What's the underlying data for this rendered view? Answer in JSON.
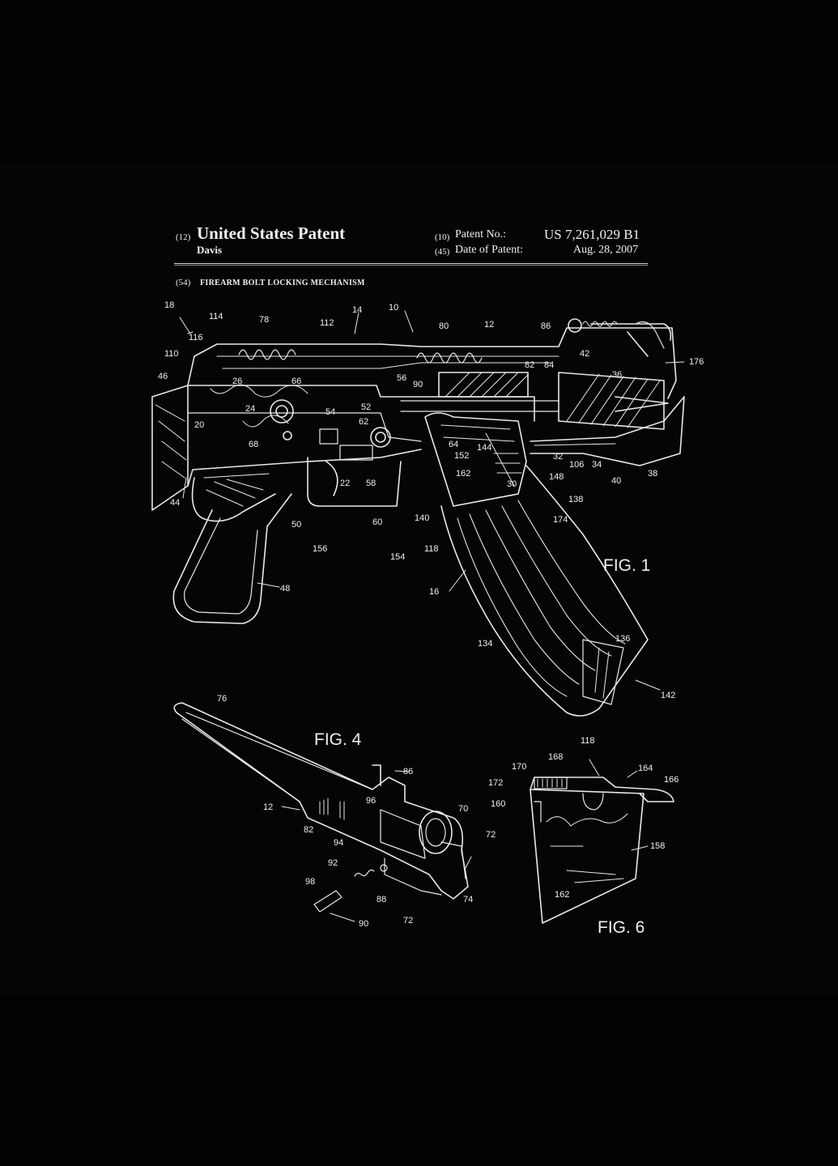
{
  "header": {
    "code12": "(12)",
    "title": "United States Patent",
    "inventor": "Davis",
    "code10": "(10)",
    "patent_no_label": "Patent No.:",
    "patent_no": "US 7,261,029 B1",
    "code45": "(45)",
    "date_label": "Date of Patent:",
    "date": "Aug. 28, 2007",
    "code54": "(54)",
    "invention_title": "FIREARM BOLT LOCKING MECHANISM"
  },
  "figures": {
    "fig1": "FIG. 1",
    "fig4": "FIG. 4",
    "fig6": "FIG. 6"
  },
  "labels_fig1": [
    "18",
    "114",
    "78",
    "112",
    "14",
    "10",
    "80",
    "12",
    "86",
    "116",
    "110",
    "46",
    "26",
    "66",
    "56",
    "90",
    "82",
    "84",
    "42",
    "36",
    "176",
    "24",
    "52",
    "54",
    "62",
    "20",
    "68",
    "64",
    "144",
    "152",
    "32",
    "106",
    "34",
    "40",
    "38",
    "162",
    "148",
    "30",
    "138",
    "44",
    "22",
    "58",
    "140",
    "174",
    "50",
    "60",
    "156",
    "154",
    "118",
    "48",
    "16",
    "134",
    "136",
    "142"
  ],
  "labels_fig4": [
    "76",
    "86",
    "12",
    "82",
    "96",
    "70",
    "94",
    "72",
    "92",
    "98",
    "88",
    "74",
    "90",
    "72"
  ],
  "labels_fig6": [
    "118",
    "170",
    "168",
    "164",
    "166",
    "172",
    "160",
    "158",
    "162"
  ],
  "colors": {
    "background": "#050505",
    "line": "#e8e8e8"
  }
}
